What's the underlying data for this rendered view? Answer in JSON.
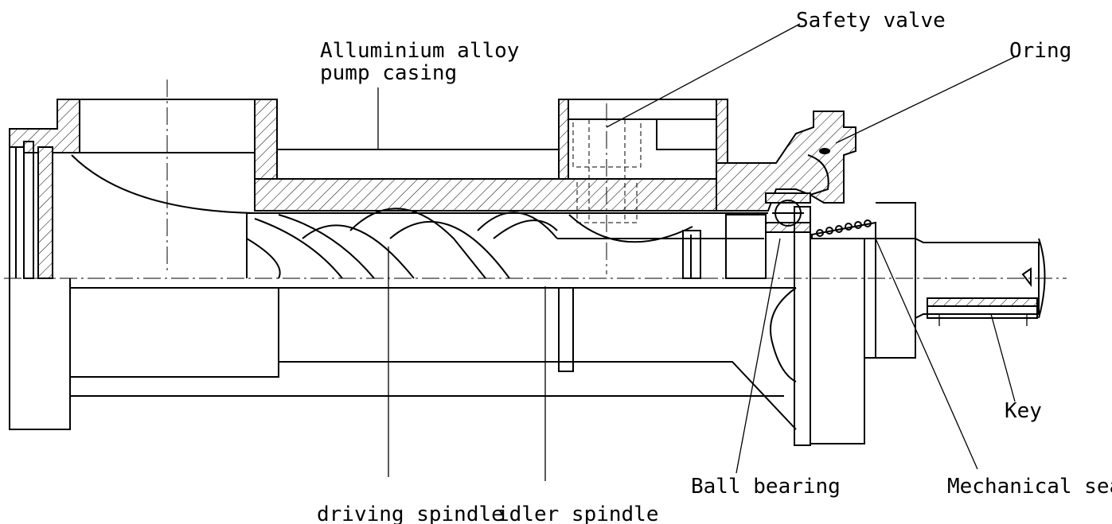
{
  "labels": {
    "casing": [
      "Alluminium alloy",
      "pump casing"
    ],
    "safety_valve": "Safety valve",
    "oring": "Oring",
    "key": "Key",
    "ball_bearing": "Ball bearing",
    "mechanical_seal": "Mechanical seal",
    "driving_spindle": "driving spindle",
    "idler_spindle": "idler spindle"
  }
}
